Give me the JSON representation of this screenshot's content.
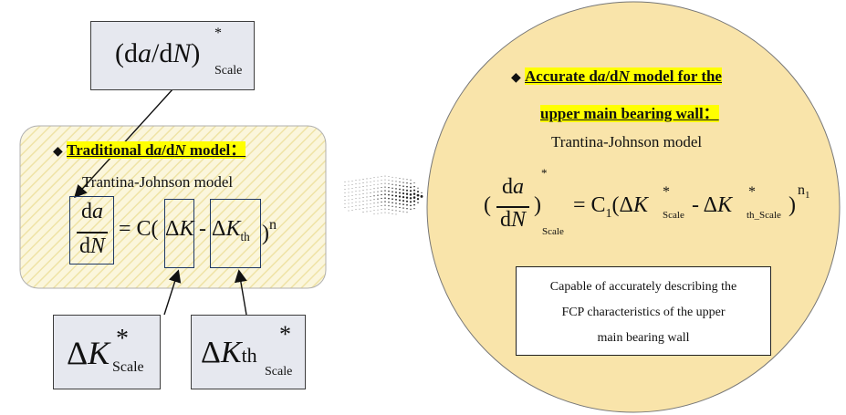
{
  "top_box": {
    "open": "(d",
    "a": "a",
    "slash": "/d",
    "N": "N",
    "close": ")",
    "star": "*",
    "sub": "Scale"
  },
  "left_panel": {
    "heading": "Traditional da/dN model：",
    "heading_parts": {
      "pre": "Traditional d",
      "a": "a",
      "mid": "/d",
      "N": "N",
      "post": " model："
    },
    "model_name": "Trantina-Johnson model",
    "formula": {
      "frac_num_d": "d",
      "frac_num_a": "a",
      "frac_den_d": "d",
      "frac_den_N": "N",
      "equals": "= C(",
      "dk": "ΔK",
      "minus": "-",
      "dkth": "ΔK",
      "th": "th",
      "close": ")",
      "n": "n"
    }
  },
  "bottom_left_box": {
    "delta": "Δ",
    "K": "K",
    "star": "*",
    "sub": "Scale"
  },
  "bottom_right_box": {
    "delta": "Δ",
    "K": "K",
    "th": "th",
    "star": "*",
    "sub": "Scale"
  },
  "right_circle": {
    "heading_line1_parts": {
      "pre": "Accurate d",
      "a": "a",
      "mid": "/d",
      "N": "N",
      "post": " model for the"
    },
    "heading_line2": "upper main bearing wall：",
    "model_name": "Trantina-Johnson model",
    "formula": {
      "open": "(",
      "num_d": "d",
      "num_a": "a",
      "den_d": "d",
      "den_N": "N",
      "close": ")",
      "star": "*",
      "scale": "Scale",
      "eq": "= C",
      "c_sub": "1",
      "lp": "(Δ",
      "K1": "K",
      "star1": "*",
      "scale1": "Scale",
      "minus": " - Δ",
      "K2": "K",
      "star2": "*",
      "thscale": "th_Scale",
      "rp": ")",
      "n": "n",
      "n_sub": "1"
    },
    "description": "Capable of accurately describing the FCP characteristics of the upper main bearing wall",
    "description_lines": [
      "Capable of accurately describing the",
      "FCP characteristics of the upper",
      "main bearing wall"
    ]
  },
  "colors": {
    "left_panel_fill": "#fbf6dc",
    "circle_fill": "#f9e4aa",
    "highlight": "#ffff00",
    "outline_blue": "#1f3864"
  }
}
